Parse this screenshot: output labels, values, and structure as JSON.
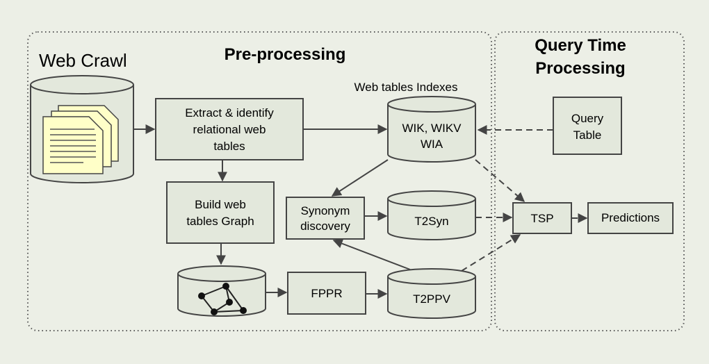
{
  "sections": {
    "web_crawl": "Web Crawl",
    "preprocessing": "Pre-processing",
    "query_time_line1": "Query Time",
    "query_time_line2": "Processing"
  },
  "labels": {
    "indexes_caption": "Web tables Indexes"
  },
  "nodes": {
    "extract": [
      "Extract & identify",
      "relational web",
      "tables"
    ],
    "build_graph": [
      "Build web",
      "tables Graph"
    ],
    "synonym": [
      "Synonym",
      "discovery"
    ],
    "fppr": "FPPR",
    "tsp": "TSP",
    "predictions": "Predictions",
    "query_table": [
      "Query",
      "Table"
    ],
    "index_db": [
      "WIK, WIKV",
      "WIA"
    ],
    "t2syn_db": "T2Syn",
    "t2ppv_db": "T2PPV"
  },
  "colors": {
    "background": "#ecefe6",
    "box_fill": "#e3e8dc",
    "stroke": "#444444",
    "document_fill": "#ffffc8"
  }
}
